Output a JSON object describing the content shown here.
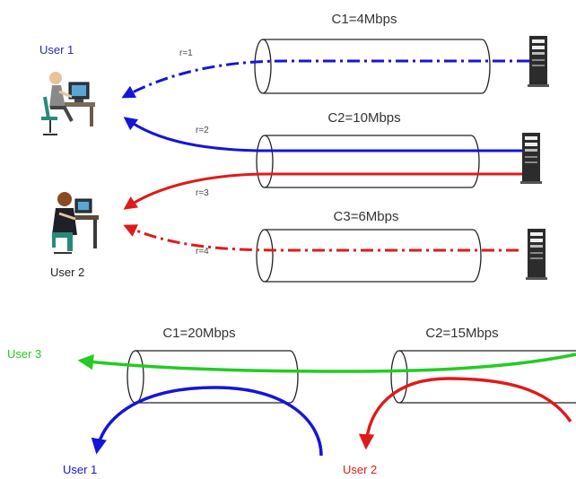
{
  "top": {
    "links": [
      {
        "name": "C1=4Mbps"
      },
      {
        "name": "C2=10Mbps"
      },
      {
        "name": "C3=6Mbps"
      }
    ],
    "flows": [
      {
        "label": "r=1",
        "color": "#1515d8",
        "style": "dash-dot"
      },
      {
        "label": "r=2",
        "color": "#1515d8",
        "style": "solid"
      },
      {
        "label": "r=3",
        "color": "#e01a1a",
        "style": "solid"
      },
      {
        "label": "r=4",
        "color": "#e01a1a",
        "style": "dash-dot"
      }
    ],
    "users": [
      {
        "label": "User 1",
        "color": "#2a2aa8"
      },
      {
        "label": "User 2",
        "color": "#222222"
      }
    ],
    "servers": [
      {
        "icon": "server-icon"
      },
      {
        "icon": "server-icon"
      },
      {
        "icon": "server-icon"
      }
    ]
  },
  "bottom": {
    "links": [
      {
        "name": "C1=20Mbps"
      },
      {
        "name": "C2=15Mbps"
      }
    ],
    "users": [
      {
        "label": "User 3",
        "color": "#22cc22"
      },
      {
        "label": "User 1",
        "color": "#1515d8"
      },
      {
        "label": "User 2",
        "color": "#e01a1a"
      }
    ]
  }
}
